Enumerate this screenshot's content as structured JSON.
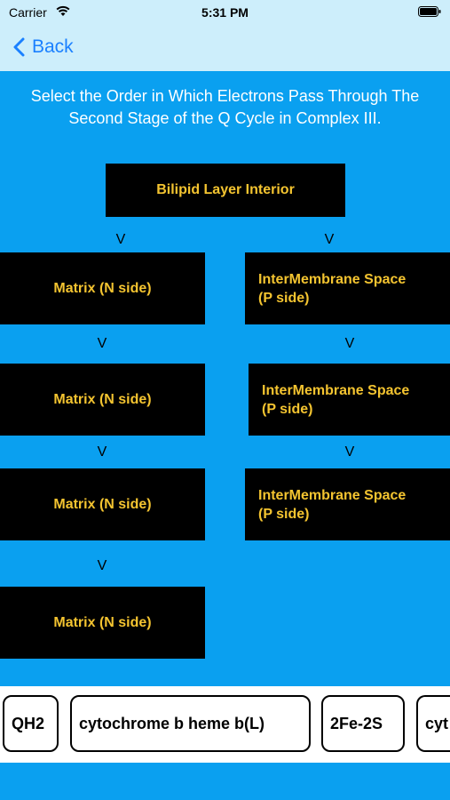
{
  "status_bar": {
    "carrier": "Carrier",
    "time": "5:31 PM"
  },
  "nav": {
    "back_label": "Back"
  },
  "question": {
    "line1": "Select the Order in Which Electrons Pass Through The",
    "line2": "Second Stage of the Q Cycle in Complex III."
  },
  "diagram": {
    "top_box": "Bilipid Layer Interior",
    "arrow_glyph": "V",
    "left_column": [
      "Matrix (N side)",
      "Matrix (N side)",
      "Matrix (N side)",
      "Matrix (N side)"
    ],
    "right_column": [
      {
        "line1": "InterMembrane Space",
        "line2": "(P side)"
      },
      {
        "line1": "InterMembrane Space",
        "line2": "(P side)"
      },
      {
        "line1": "InterMembrane Space",
        "line2": "(P side)"
      }
    ]
  },
  "answer_chips": [
    "QH2",
    "cytochrome b heme b(L)",
    "2Fe-2S",
    "cyt"
  ],
  "colors": {
    "background": "#0aa0f0",
    "box": "#000000",
    "box_text": "#f4c430",
    "nav_bg": "#cdeefb",
    "link": "#1a80ff"
  }
}
